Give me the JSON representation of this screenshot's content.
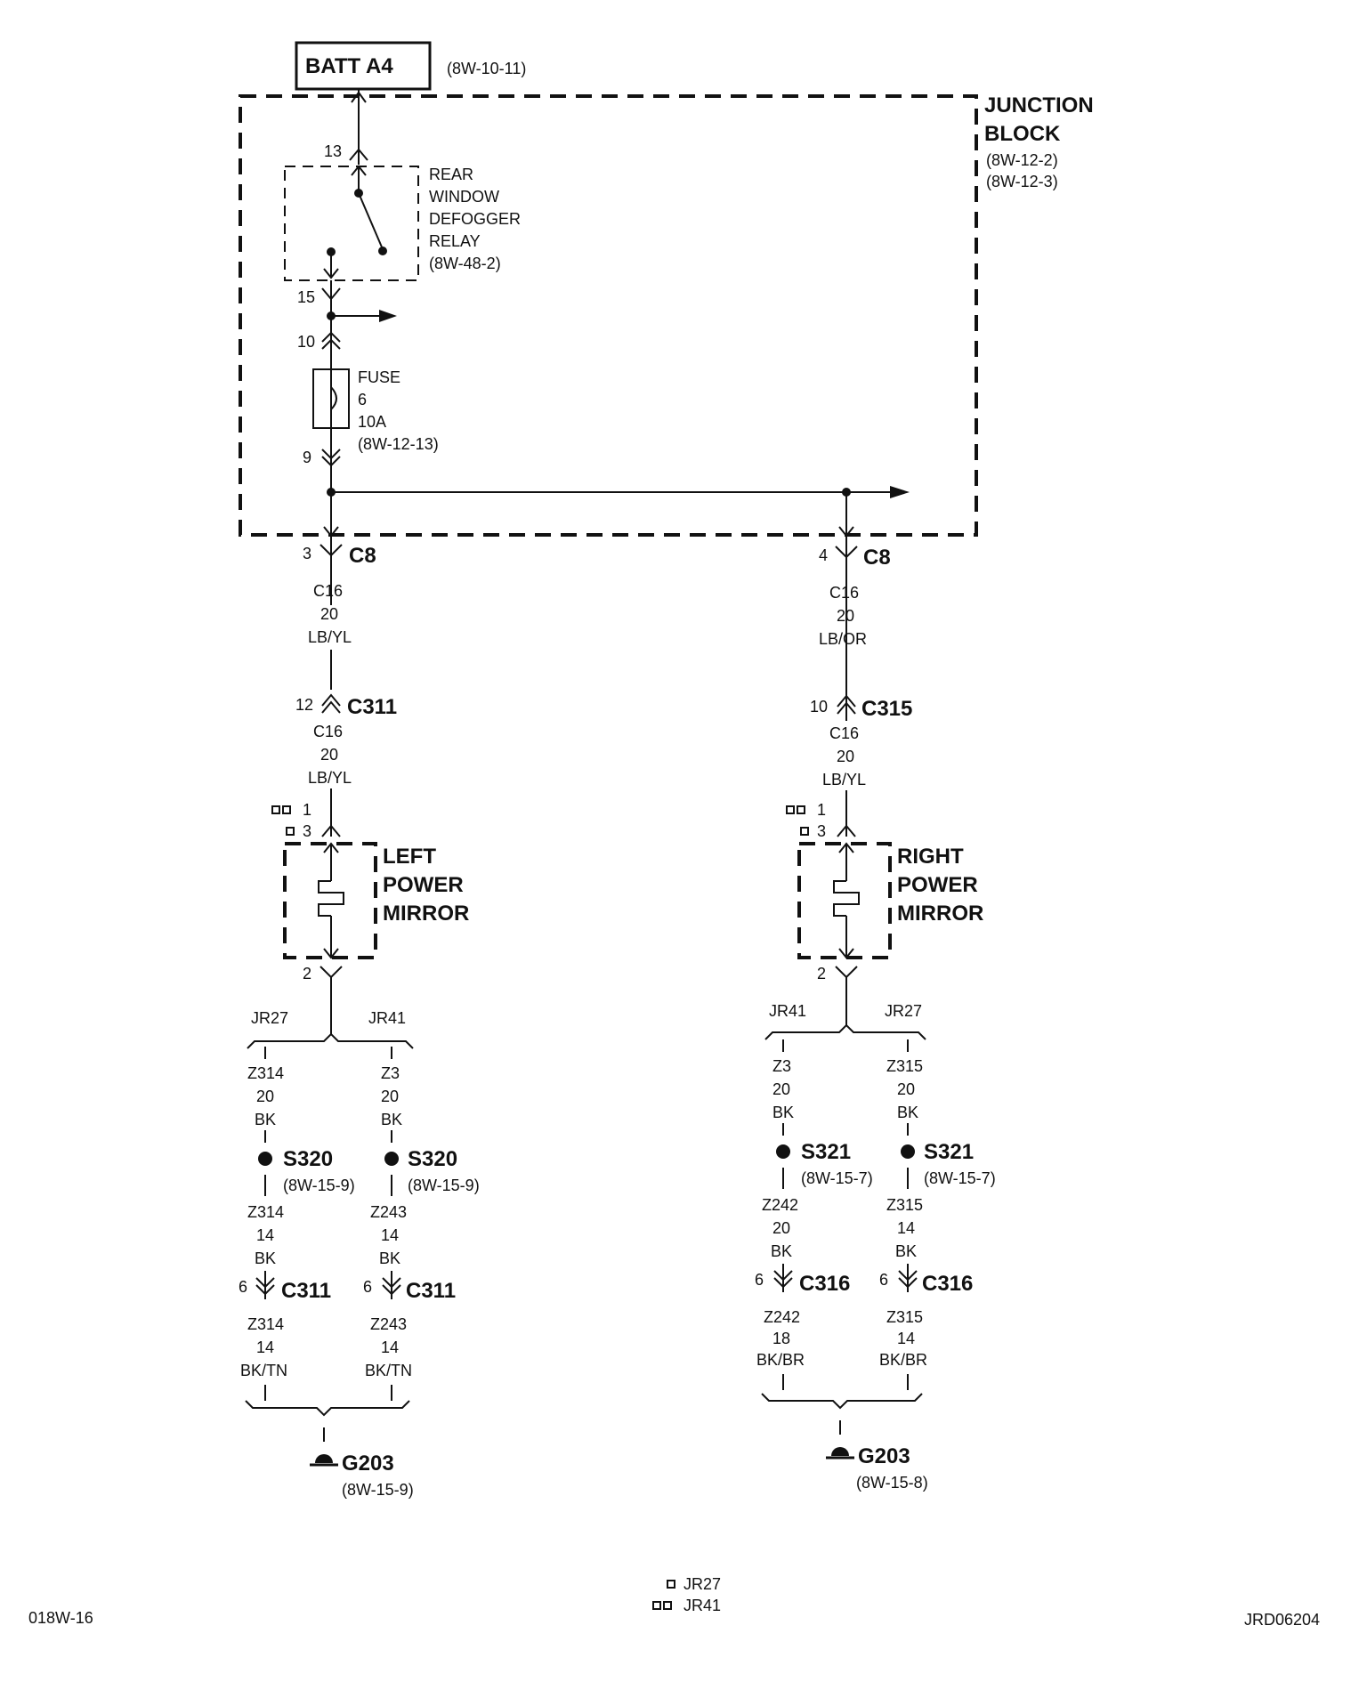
{
  "battery": {
    "label": "BATT A4",
    "ref": "(8W-10-11)"
  },
  "junction_block": {
    "title_1": "JUNCTION",
    "title_2": "BLOCK",
    "ref_1": "(8W-12-2)",
    "ref_2": "(8W-12-3)"
  },
  "relay": {
    "line_1": "REAR",
    "line_2": "WINDOW",
    "line_3": "DEFOGGER",
    "line_4": "RELAY",
    "ref": "(8W-48-2)",
    "pin_in": "13",
    "pin_out": "15"
  },
  "fuse": {
    "line_1": "FUSE",
    "line_2": "6",
    "line_3": "10A",
    "ref": "(8W-12-13)",
    "pin_in": "10",
    "pin_out": "9"
  },
  "left": {
    "c8_pin": "3",
    "c8_name": "C8",
    "wire_a": {
      "code": "C16",
      "gauge": "20",
      "color": "LB/YL"
    },
    "c311_pin": "12",
    "c311_name": "C311",
    "wire_b": {
      "code": "C16",
      "gauge": "20",
      "color": "LB/YL"
    },
    "mirror_pin_1": "1",
    "mirror_pin_3": "3",
    "mirror_1": "LEFT",
    "mirror_2": "POWER",
    "mirror_3": "MIRROR",
    "mirror_pin_out": "2",
    "branch_a": {
      "label": "JR27",
      "w1_code": "Z314",
      "w1_gauge": "20",
      "w1_color": "BK",
      "splice": "S320",
      "splice_ref": "(8W-15-9)",
      "w2_code": "Z314",
      "w2_gauge": "14",
      "w2_color": "BK",
      "conn_pin": "6",
      "conn": "C311",
      "w3_code": "Z314",
      "w3_gauge": "14",
      "w3_color": "BK/TN"
    },
    "branch_b": {
      "label": "JR41",
      "w1_code": "Z3",
      "w1_gauge": "20",
      "w1_color": "BK",
      "splice": "S320",
      "splice_ref": "(8W-15-9)",
      "w2_code": "Z243",
      "w2_gauge": "14",
      "w2_color": "BK",
      "conn_pin": "6",
      "conn": "C311",
      "w3_code": "Z243",
      "w3_gauge": "14",
      "w3_color": "BK/TN"
    },
    "ground": "G203",
    "ground_ref": "(8W-15-9)"
  },
  "right": {
    "c8_pin": "4",
    "c8_name": "C8",
    "wire_a": {
      "code": "C16",
      "gauge": "20",
      "color": "LB/OR"
    },
    "c315_pin": "10",
    "c315_name": "C315",
    "wire_b": {
      "code": "C16",
      "gauge": "20",
      "color": "LB/YL"
    },
    "mirror_pin_1": "1",
    "mirror_pin_3": "3",
    "mirror_1": "RIGHT",
    "mirror_2": "POWER",
    "mirror_3": "MIRROR",
    "mirror_pin_out": "2",
    "branch_a": {
      "label": "JR41",
      "w1_code": "Z3",
      "w1_gauge": "20",
      "w1_color": "BK",
      "splice": "S321",
      "splice_ref": "(8W-15-7)",
      "w2_code": "Z242",
      "w2_gauge": "20",
      "w2_color": "BK",
      "conn_pin": "6",
      "conn": "C316",
      "w3_code": "Z242",
      "w3_gauge": "18",
      "w3_color": "BK/BR"
    },
    "branch_b": {
      "label": "JR27",
      "w1_code": "Z315",
      "w1_gauge": "20",
      "w1_color": "BK",
      "splice": "S321",
      "splice_ref": "(8W-15-7)",
      "w2_code": "Z315",
      "w2_gauge": "14",
      "w2_color": "BK",
      "conn_pin": "6",
      "conn": "C316",
      "w3_code": "Z315",
      "w3_gauge": "14",
      "w3_color": "BK/BR"
    },
    "ground": "G203",
    "ground_ref": "(8W-15-8)"
  },
  "legend": {
    "jr27": "JR27",
    "jr41": "JR41"
  },
  "footer": {
    "page": "018W-16",
    "figure_id": "JRD06204"
  }
}
